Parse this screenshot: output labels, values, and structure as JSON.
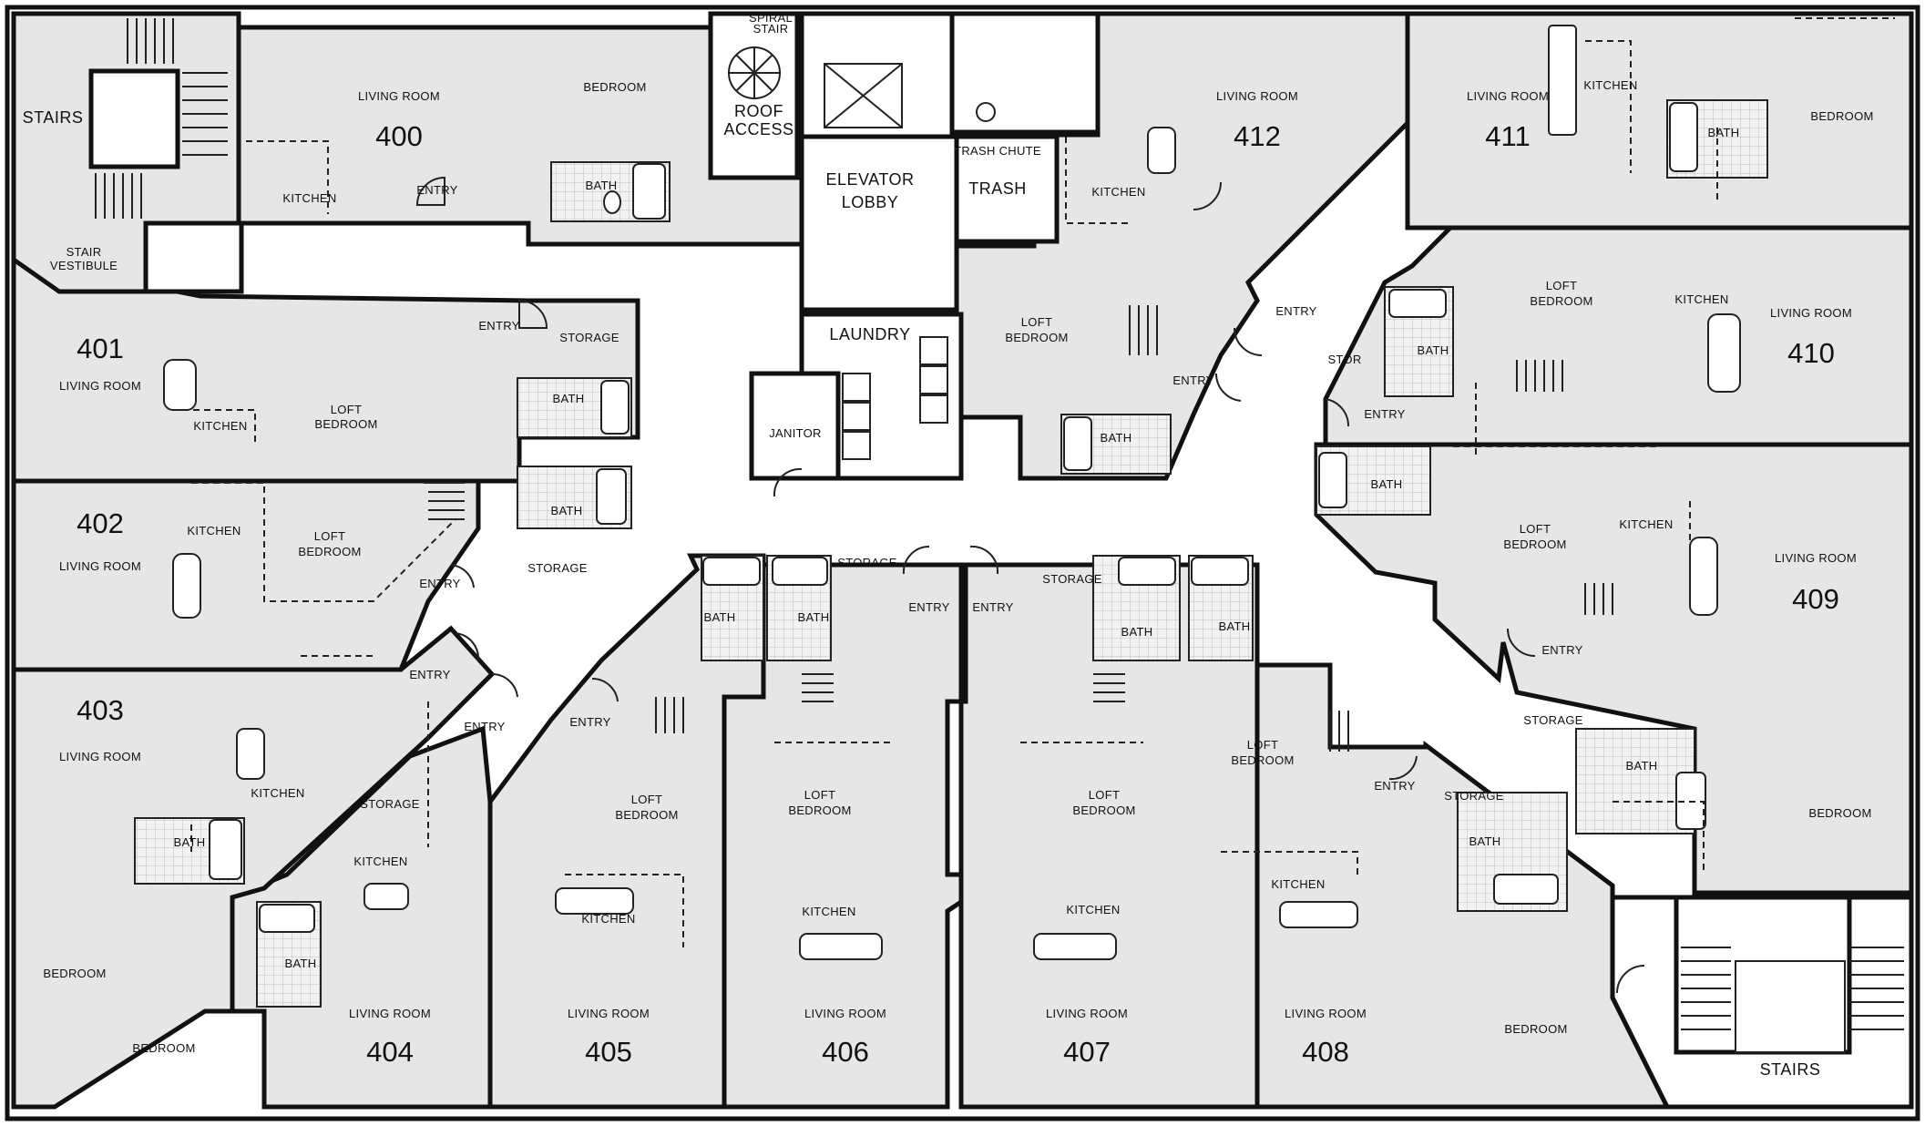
{
  "units": [
    {
      "number": "400",
      "rooms": [
        "LIVING ROOM",
        "BEDROOM",
        "KITCHEN",
        "BATH",
        "ENTRY"
      ]
    },
    {
      "number": "401",
      "rooms": [
        "LIVING ROOM",
        "KITCHEN",
        "LOFT BEDROOM",
        "STORAGE",
        "BATH",
        "ENTRY"
      ]
    },
    {
      "number": "402",
      "rooms": [
        "LIVING ROOM",
        "KITCHEN",
        "LOFT BEDROOM",
        "BATH",
        "STORAGE",
        "ENTRY"
      ]
    },
    {
      "number": "403",
      "rooms": [
        "LIVING ROOM",
        "KITCHEN",
        "BATH",
        "BEDROOM",
        "ENTRY"
      ]
    },
    {
      "number": "404",
      "rooms": [
        "LIVING ROOM",
        "KITCHEN",
        "STORAGE",
        "BATH",
        "BEDROOM",
        "ENTRY"
      ]
    },
    {
      "number": "405",
      "rooms": [
        "LIVING ROOM",
        "KITCHEN",
        "LOFT BEDROOM",
        "BATH",
        "ENTRY"
      ]
    },
    {
      "number": "406",
      "rooms": [
        "LIVING ROOM",
        "KITCHEN",
        "LOFT BEDROOM",
        "BATH",
        "STORAGE",
        "ENTRY"
      ]
    },
    {
      "number": "407",
      "rooms": [
        "LIVING ROOM",
        "KITCHEN",
        "LOFT BEDROOM",
        "BATH",
        "STORAGE",
        "ENTRY"
      ]
    },
    {
      "number": "408",
      "rooms": [
        "LIVING ROOM",
        "KITCHEN",
        "LOFT BEDROOM",
        "BATH",
        "STORAGE",
        "BEDROOM",
        "ENTRY"
      ]
    },
    {
      "number": "409",
      "rooms": [
        "LIVING ROOM",
        "KITCHEN",
        "LOFT BEDROOM",
        "BATH",
        "STORAGE",
        "BEDROOM",
        "ENTRY"
      ]
    },
    {
      "number": "410",
      "rooms": [
        "LIVING ROOM",
        "KITCHEN",
        "LOFT BEDROOM",
        "BATH",
        "STOR",
        "ENTRY"
      ]
    },
    {
      "number": "411",
      "rooms": [
        "LIVING ROOM",
        "KITCHEN",
        "BATH",
        "BEDROOM"
      ]
    },
    {
      "number": "412",
      "rooms": [
        "LIVING ROOM",
        "KITCHEN",
        "LOFT BEDROOM",
        "BATH",
        "ENTRY"
      ]
    }
  ],
  "common": {
    "stairs": "STAIRS",
    "stair_vestibule_1": "STAIR",
    "stair_vestibule_2": "VESTIBULE",
    "spiral_stair_1": "SPIRAL",
    "spiral_stair_2": "STAIR",
    "roof_access_1": "ROOF",
    "roof_access_2": "ACCESS",
    "elevator_lobby_1": "ELEVATOR",
    "elevator_lobby_2": "LOBBY",
    "trash_chute": "TRASH CHUTE",
    "trash": "TRASH",
    "laundry": "LAUNDRY",
    "janitor": "JANITOR"
  },
  "labels": {
    "living_room": "LIVING ROOM",
    "bedroom": "BEDROOM",
    "loft": "LOFT",
    "kitchen": "KITCHEN",
    "bath": "BATH",
    "entry": "ENTRY",
    "storage": "STORAGE",
    "stor": "STOR"
  },
  "colors": {
    "unit_fill": "#e6e6e6",
    "wall": "#111111",
    "corridor": "#ffffff"
  }
}
